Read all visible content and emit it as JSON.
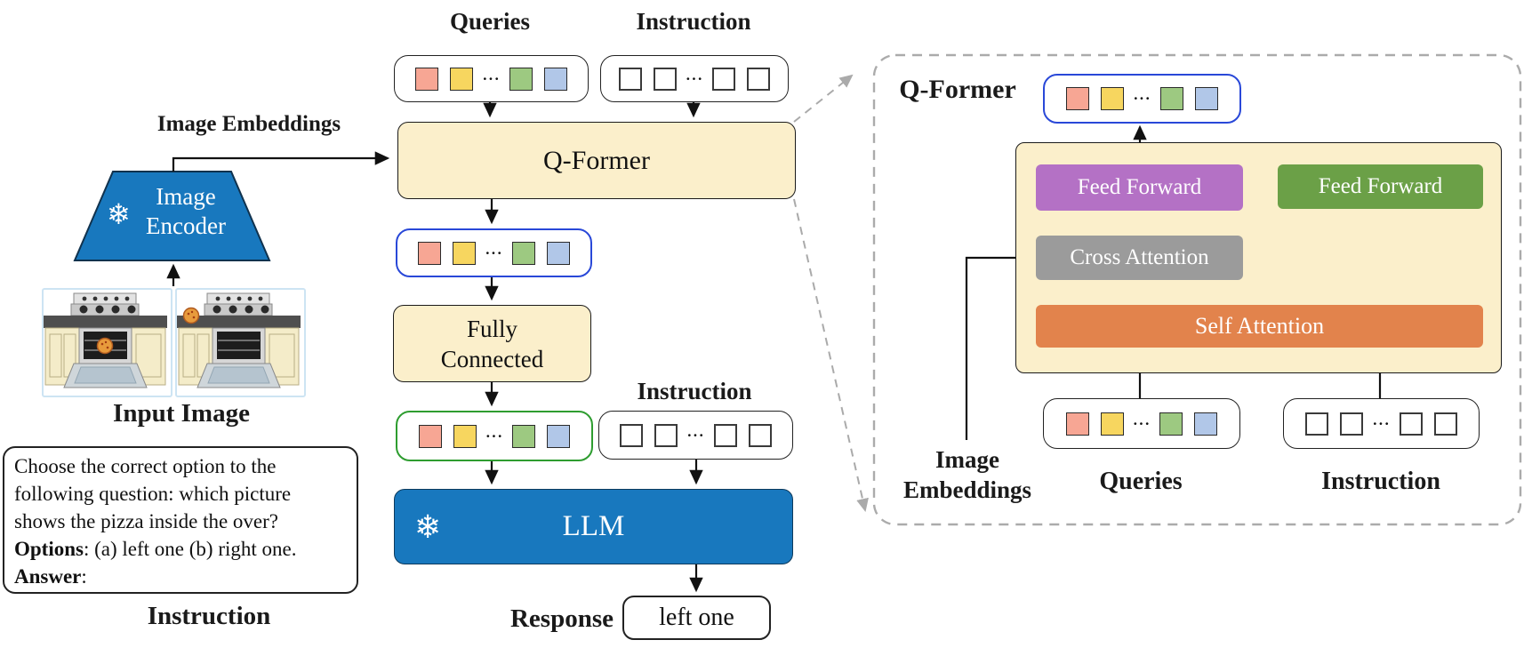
{
  "dots": "···",
  "icons": {
    "snowflake": "❄"
  },
  "colors": {
    "cream": "#FBEFCB",
    "frozen_blue": "#1878BE",
    "purple_ff": "#B471C5",
    "green_ff": "#6BA047",
    "gray_ca": "#9B9B9B",
    "orange_sa": "#E2834C",
    "token_salmon": "#F7A694",
    "token_yellow": "#F7D65F",
    "token_green": "#9DC981",
    "token_blue": "#B1C7E8",
    "query_row_border_blue": "#2948D8",
    "query_row_border_green": "#2E9D30",
    "panel_dash_gray": "#ABABAB"
  },
  "left": {
    "image_embeddings_label": "Image Embeddings",
    "image_encoder_line1": "Image",
    "image_encoder_line2": "Encoder",
    "input_image_label": "Input Image",
    "instruction_caption": "Instruction",
    "instruction_box": {
      "line1": "Choose the correct option to the",
      "line2": "following question: which picture",
      "line3": "shows the pizza inside the over?",
      "options_bold": "Options",
      "options_rest": ": (a) left one (b) right one.",
      "answer_bold": "Answer",
      "answer_rest": ":"
    }
  },
  "middle": {
    "queries_label": "Queries",
    "instruction_label_top": "Instruction",
    "qformer_label": "Q-Former",
    "fully_connected_line1": "Fully",
    "fully_connected_line2": "Connected",
    "instruction_label_mid": "Instruction",
    "llm_label": "LLM",
    "response_label": "Response",
    "response_value": "left one"
  },
  "panel": {
    "title": "Q-Former",
    "feed_forward_left": "Feed Forward",
    "feed_forward_right": "Feed Forward",
    "cross_attention": "Cross Attention",
    "self_attention": "Self Attention",
    "image_embeddings_line1": "Image",
    "image_embeddings_line2": "Embeddings",
    "queries_label": "Queries",
    "instruction_label": "Instruction"
  }
}
